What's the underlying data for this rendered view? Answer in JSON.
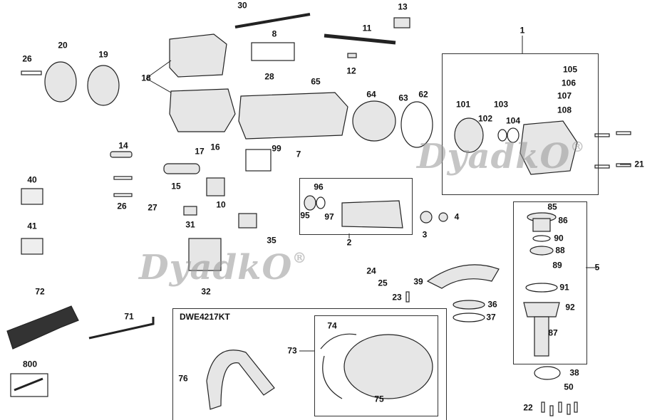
{
  "kit_title": "DWE4217KT",
  "watermark": "DyadkO",
  "watermark_mark": "®",
  "labels": [
    "30",
    "13",
    "8",
    "11",
    "1",
    "26",
    "20",
    "19",
    "18",
    "28",
    "12",
    "65",
    "64",
    "63",
    "62",
    "105",
    "106",
    "107",
    "108",
    "101",
    "102",
    "103",
    "104",
    "21",
    "14",
    "17",
    "16",
    "99",
    "7",
    "15",
    "10",
    "26",
    "27",
    "96",
    "95",
    "97",
    "4",
    "3",
    "2",
    "40",
    "41",
    "31",
    "35",
    "85",
    "86",
    "90",
    "88",
    "89",
    "5",
    "24",
    "25",
    "39",
    "91",
    "32",
    "72",
    "23",
    "92",
    "36",
    "37",
    "71",
    "87",
    "74",
    "73",
    "76",
    "800",
    "38",
    "50",
    "75",
    "22"
  ]
}
